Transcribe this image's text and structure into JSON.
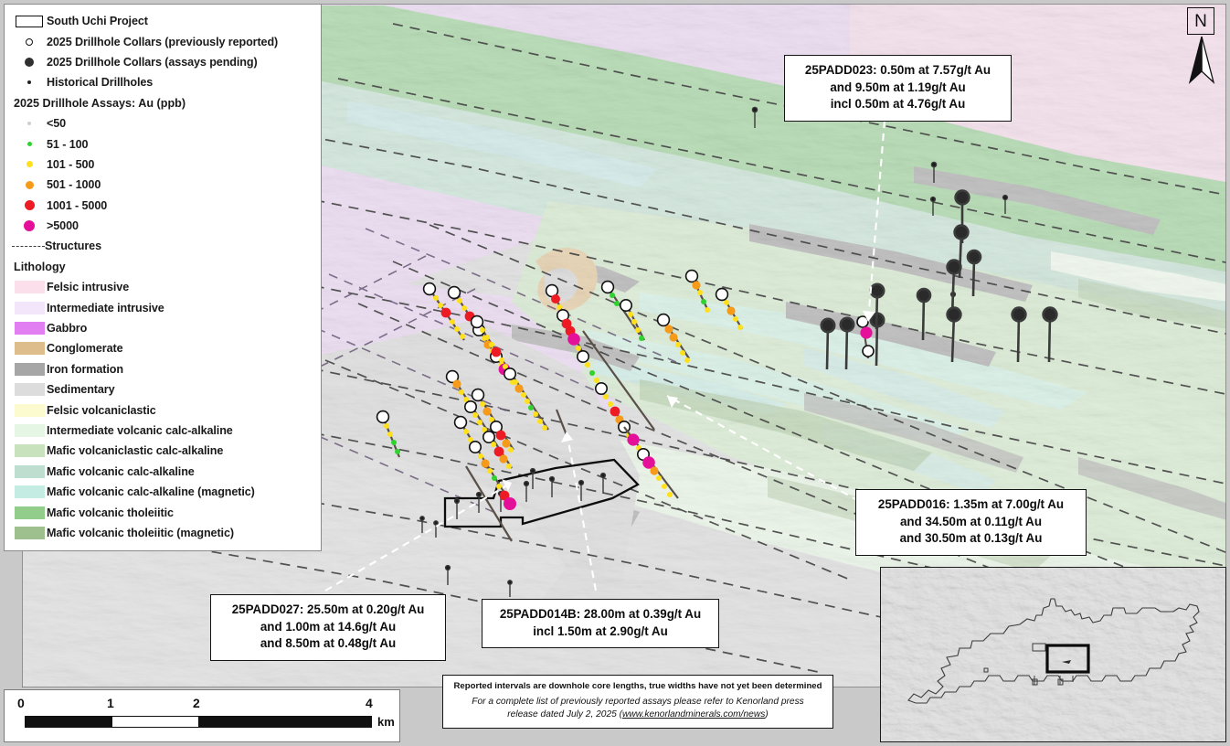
{
  "legend": {
    "project": {
      "label": "South Uchi Project",
      "symbol": "rectangle-outline"
    },
    "collar_items": [
      {
        "label": "2025 Drillhole Collars (previously reported)",
        "symbol": "open-circle-icon"
      },
      {
        "label": "2025 Drillhole Collars (assays pending)",
        "symbol": "filled-circle-icon"
      },
      {
        "label": "Historical Drillholes",
        "symbol": "small-dot-icon"
      }
    ],
    "assay_header": "2025 Drillhole Assays: Au (ppb)",
    "assay_classes": [
      {
        "label": "<50",
        "color": "#cfcfcf",
        "size": 3
      },
      {
        "label": "51 - 100",
        "color": "#2fd22f",
        "size": 4
      },
      {
        "label": "101 - 500",
        "color": "#ffe01b",
        "size": 5
      },
      {
        "label": "501 - 1000",
        "color": "#f59a19",
        "size": 6
      },
      {
        "label": "1001 - 5000",
        "color": "#ed1c24",
        "size": 8
      },
      {
        "label": ">5000",
        "color": "#e5109a",
        "size": 9
      }
    ],
    "structures_label": "Structures",
    "lithology_header": "Lithology",
    "lithology": [
      {
        "label": "Felsic intrusive",
        "color": "#fbe0ec"
      },
      {
        "label": "Intermediate intrusive",
        "color": "#f3e6fa"
      },
      {
        "label": "Gabbro",
        "color": "#e17ff2"
      },
      {
        "label": "Conglomerate",
        "color": "#ddbd8b"
      },
      {
        "label": "Iron formation",
        "color": "#a6a6a6"
      },
      {
        "label": "Sedimentary",
        "color": "#dcdcdc"
      },
      {
        "label": "Felsic volcaniclastic",
        "color": "#fbfbcf"
      },
      {
        "label": "Intermediate volcanic calc-alkaline",
        "color": "#e6f6e4"
      },
      {
        "label": "Mafic volcaniclastic calc-alkaline",
        "color": "#c7e2bd"
      },
      {
        "label": "Mafic volcanic calc-alkaline",
        "color": "#bedfcf"
      },
      {
        "label": "Mafic volcanic calc-alkaline (magnetic)",
        "color": "#c4ece2"
      },
      {
        "label": "Mafic volcanic tholeiitic",
        "color": "#92cd8b"
      },
      {
        "label": "Mafic volcanic tholeiitic (magnetic)",
        "color": "#9ebf8e"
      }
    ]
  },
  "callouts": [
    {
      "id": "25PADD023",
      "lines": [
        "25PADD023: 0.50m at 7.57g/t Au",
        "and 9.50m at 1.19g/t Au",
        "incl 0.50m at 4.76g/t Au"
      ]
    },
    {
      "id": "25PADD016",
      "lines": [
        "25PADD016: 1.35m at 7.00g/t Au",
        "and 34.50m at 0.11g/t Au",
        "and 30.50m at 0.13g/t Au"
      ]
    },
    {
      "id": "25PADD027",
      "lines": [
        "25PADD027: 25.50m at 0.20g/t Au",
        "and 1.00m at 14.6g/t Au",
        "and 8.50m at 0.48g/t Au"
      ]
    },
    {
      "id": "25PADD014B",
      "lines": [
        "25PADD014B: 28.00m at 0.39g/t Au",
        "incl 1.50m at 2.90g/t Au"
      ]
    }
  ],
  "disclaimer": {
    "line1": "Reported intervals are downhole core lengths, true widths have not yet been determined",
    "line2_prefix": "For a complete list of previously reported assays please refer to Kenorland press",
    "line2_suffix": "release dated July 2, 2025 (",
    "link": "www.kenorlandminerals.com/news",
    "line2_close": ")"
  },
  "scale": {
    "ticks": [
      "0",
      "1",
      "2",
      "4"
    ],
    "unit": "km"
  },
  "north_arrow": {
    "letter": "N",
    "name": "north-arrow"
  },
  "inset": {
    "name": "location-inset-map"
  },
  "colors": {
    "map_background": "#c9c9c9",
    "outline_black": "#111111",
    "leader_line": "#ffffff",
    "structure_dash": "#4a4a4a",
    "collar_pending": "#2e2e2e",
    "collar_reported": "#ffffff"
  }
}
